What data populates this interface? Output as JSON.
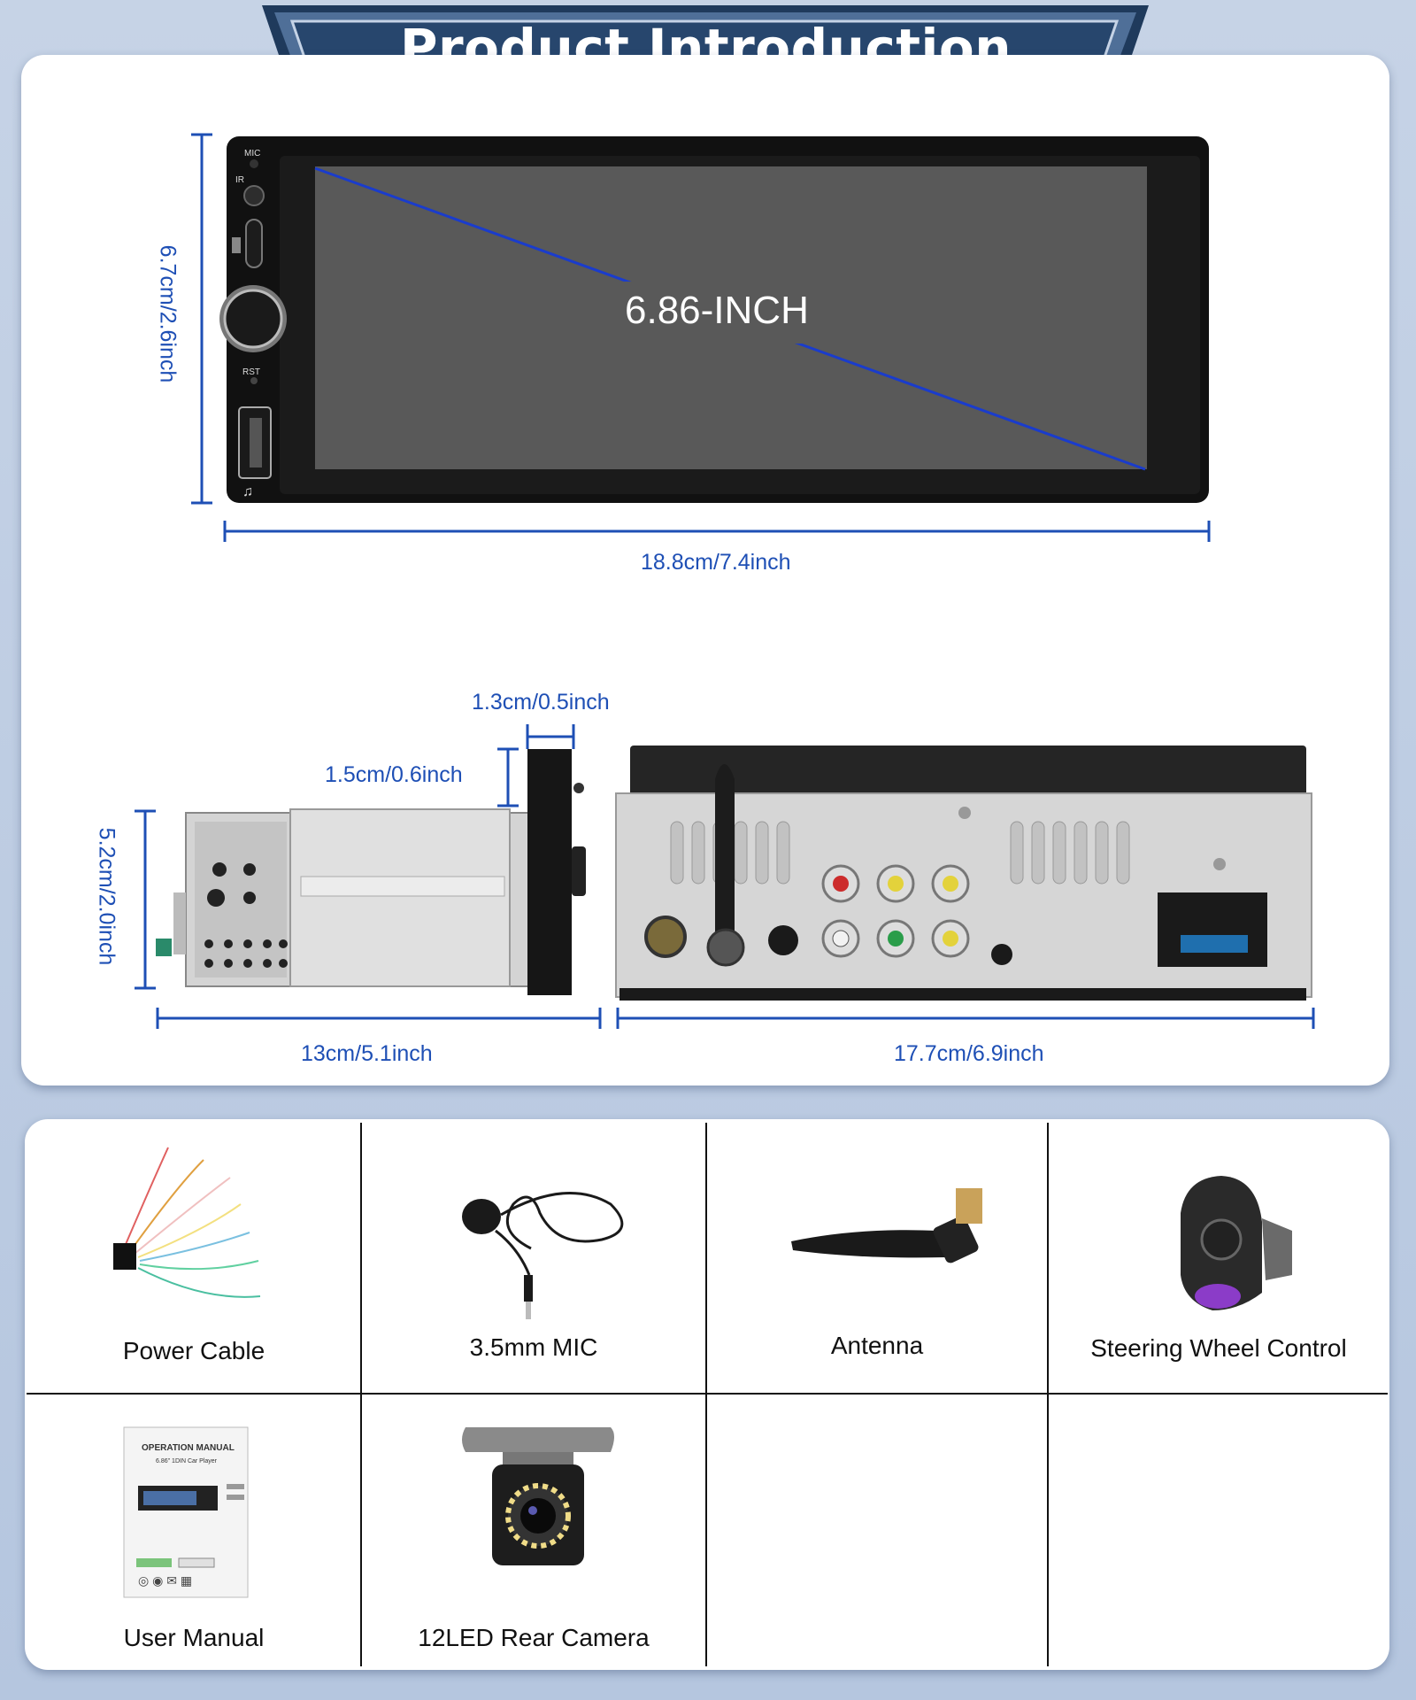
{
  "banner": {
    "title": "Product Introduction"
  },
  "front_view": {
    "screen_label": "6.86-INCH",
    "height_dim": "6.7cm/2.6inch",
    "width_dim": "18.8cm/7.4inch",
    "panel_labels": {
      "mic": "MIC",
      "ir": "IR",
      "rst": "RST"
    }
  },
  "side_view": {
    "depth_dim": "1.3cm/0.5inch",
    "front_depth_dim": "1.5cm/0.6inch",
    "height_dim": "5.2cm/2.0inch",
    "length_dim": "13cm/5.1inch"
  },
  "back_view": {
    "width_dim": "17.7cm/6.9inch"
  },
  "accessories": [
    {
      "label": "Power Cable",
      "icon": "power-cable-icon"
    },
    {
      "label": "3.5mm MIC",
      "icon": "microphone-icon"
    },
    {
      "label": "Antenna",
      "icon": "antenna-icon"
    },
    {
      "label": "Steering Wheel Control",
      "icon": "steering-wheel-control-icon"
    },
    {
      "label": "User Manual",
      "icon": "user-manual-icon"
    },
    {
      "label": "12LED Rear Camera",
      "icon": "rear-camera-icon"
    }
  ],
  "manual": {
    "title": "OPERATION MANUAL",
    "subtitle": "6.86\" 1DIN Car Player"
  },
  "colors": {
    "dimension_blue": "#1e4fb5",
    "banner_dark": "#1f3a5c",
    "banner_mid": "#5e7ea8"
  }
}
